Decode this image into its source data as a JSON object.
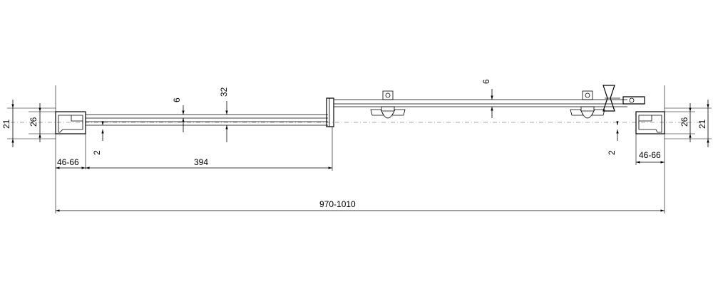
{
  "dimensions": {
    "left_h21": "21",
    "left_h26": "26",
    "right_h26": "26",
    "right_h21": "21",
    "glass_thickness_fixed": "6",
    "glass_thickness_door": "6",
    "panel_depth": "32",
    "gap_left": "2",
    "gap_right": "2",
    "adjust_left": "46-66",
    "adjust_right": "46-66",
    "fixed_panel_width": "394",
    "total_width": "970-1010"
  },
  "colors": {
    "line": "#000000",
    "background": "#ffffff"
  }
}
